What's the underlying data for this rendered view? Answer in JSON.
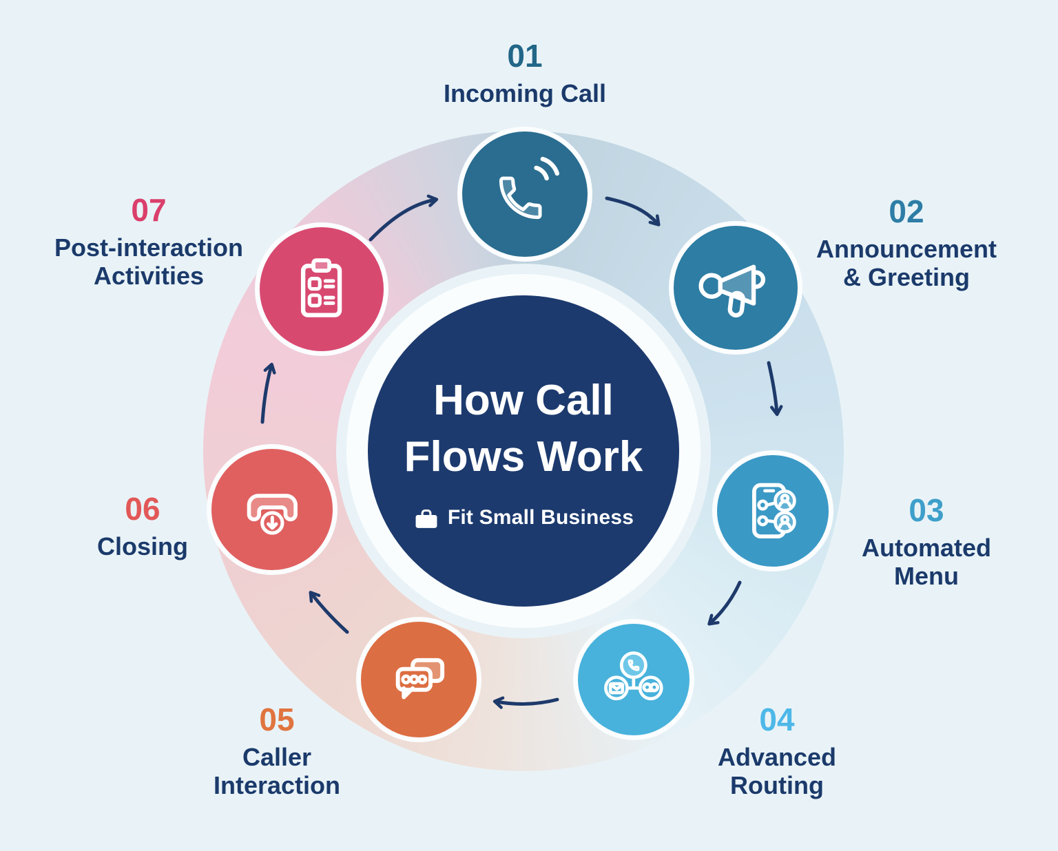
{
  "title": {
    "lines": [
      "How Call",
      "Flows Work"
    ],
    "text_color": "#ffffff"
  },
  "brand": {
    "name": "Fit Small Business",
    "icon": "briefcase-icon",
    "text_color": "#ffffff"
  },
  "background_color": "#e9f3f7",
  "center_circle_color": "#1c3a6e",
  "label_color": "#1b3a6b",
  "arrow_color": "#1e3a6b",
  "ring_gradient": {
    "top_blue_gray": "#bfd3df",
    "right_blue": "#cde2ee",
    "bottom_right_pale": "#e6f2f7",
    "bottom_peach": "#eed7d0",
    "left_pink": "#f2ccd9"
  },
  "steps": [
    {
      "number": "01",
      "label": "Incoming Call",
      "lines": [
        "Incoming Call"
      ],
      "icon": "incoming-call-icon",
      "circle_color": "#2a6d90",
      "number_color": "#226688",
      "icon_accent": "#4d87a6"
    },
    {
      "number": "02",
      "label": "Announcement & Greeting",
      "lines": [
        "Announcement",
        "& Greeting"
      ],
      "icon": "announcement-icon",
      "circle_color": "#2d7da4",
      "number_color": "#2d7da6",
      "icon_accent": "#5795b5"
    },
    {
      "number": "03",
      "label": "Automated Menu",
      "lines": [
        "Automated",
        "Menu"
      ],
      "icon": "automated-menu-icon",
      "circle_color": "#3b99c6",
      "number_color": "#3e9fca",
      "icon_accent": "#62b1d4"
    },
    {
      "number": "04",
      "label": "Advanced Routing",
      "lines": [
        "Advanced",
        "Routing"
      ],
      "icon": "advanced-routing-icon",
      "circle_color": "#48b2dc",
      "number_color": "#4db8e8",
      "icon_accent": "#6ec7e8"
    },
    {
      "number": "05",
      "label": "Caller Interaction",
      "lines": [
        "Caller",
        "Interaction"
      ],
      "icon": "caller-interaction-icon",
      "circle_color": "#dc6e43",
      "number_color": "#e0743f",
      "icon_accent": "#e49372"
    },
    {
      "number": "06",
      "label": "Closing",
      "lines": [
        "Closing"
      ],
      "icon": "closing-icon",
      "circle_color": "#e06060",
      "number_color": "#e25858",
      "icon_accent": "#e88a87"
    },
    {
      "number": "07",
      "label": "Post-interaction Activities",
      "lines": [
        "Post-interaction",
        "Activities"
      ],
      "icon": "post-interaction-icon",
      "circle_color": "#d84970",
      "number_color": "#da3f6b",
      "icon_accent": "#e37d9b"
    }
  ]
}
